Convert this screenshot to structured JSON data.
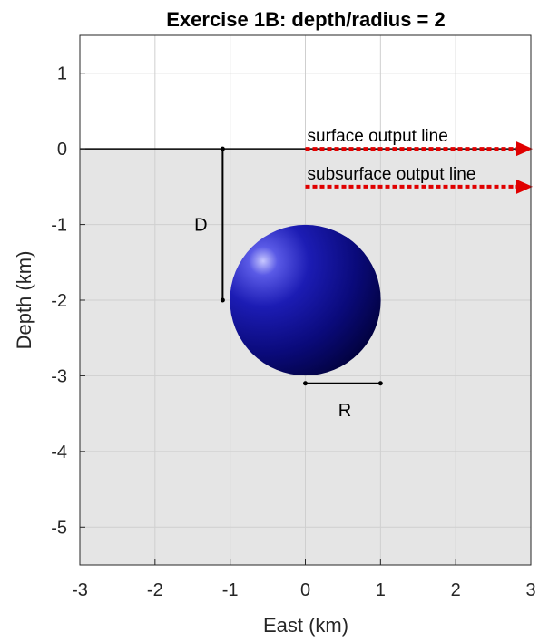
{
  "title": "Exercise 1B: depth/radius = 2",
  "xlabel": "East (km)",
  "ylabel": "Depth (km)",
  "xlim": [
    -3,
    3
  ],
  "ylim": [
    -5.5,
    1.5
  ],
  "xticks": [
    -3,
    -2,
    -1,
    0,
    1,
    2,
    3
  ],
  "yticks": [
    -5,
    -4,
    -3,
    -2,
    -1,
    0,
    1
  ],
  "grid": true,
  "colors": {
    "background": "#ffffff",
    "subsurface_fill": "#e5e5e5",
    "grid": "#d0d0d0",
    "sphere": "#1a1aa8",
    "output_lines": "#e00000",
    "annotations": "#000000"
  },
  "sphere": {
    "center_east_km": 0,
    "center_depth_km": -2,
    "radius_km": 1
  },
  "depth_marker": {
    "label": "D",
    "east_km": -1.1,
    "from_km": 0,
    "to_km": -2
  },
  "radius_marker": {
    "label": "R",
    "depth_km": -3.1,
    "from_east_km": 0,
    "to_east_km": 1
  },
  "output_lines": [
    {
      "label": "surface output line",
      "depth_km": 0,
      "from_east_km": 0,
      "to_east_km": 3
    },
    {
      "label": "subsurface output line",
      "depth_km": -0.5,
      "from_east_km": 0,
      "to_east_km": 3
    }
  ]
}
